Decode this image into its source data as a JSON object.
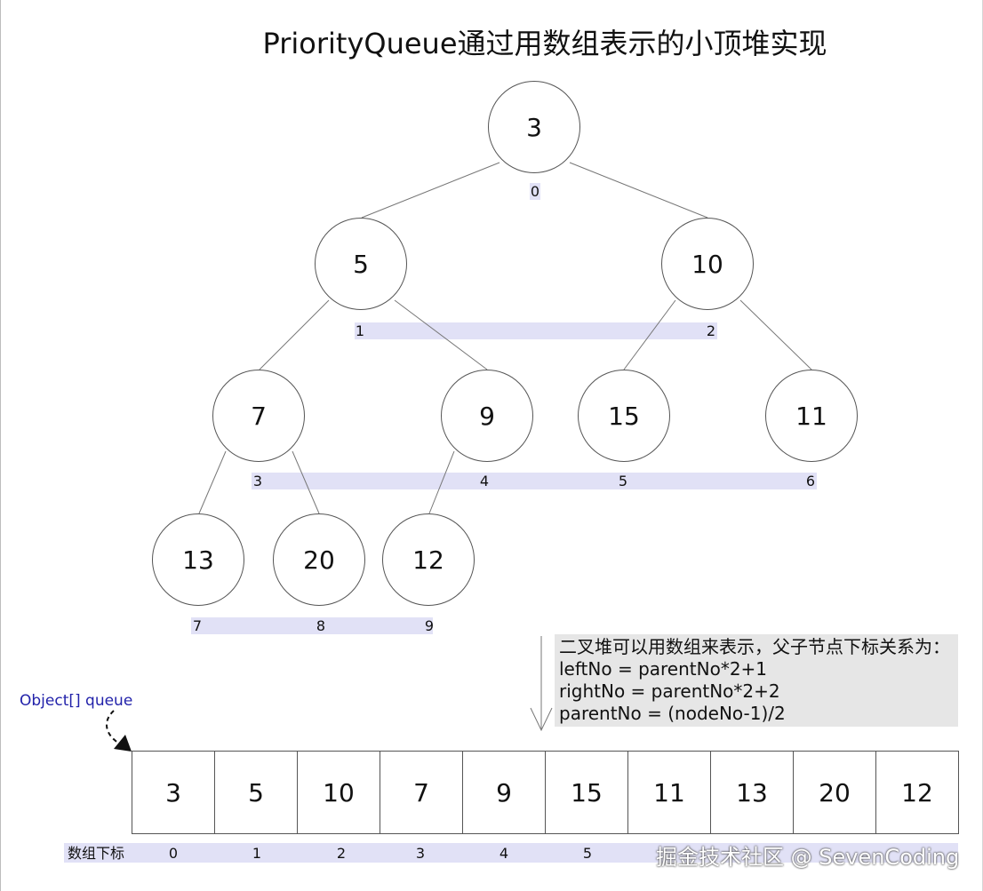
{
  "title": "PriorityQueue通过用数组表示的小顶堆实现",
  "nodes": [
    {
      "value": "3",
      "index": "0"
    },
    {
      "value": "5",
      "index": "1"
    },
    {
      "value": "10",
      "index": "2"
    },
    {
      "value": "7",
      "index": "3"
    },
    {
      "value": "9",
      "index": "4"
    },
    {
      "value": "15",
      "index": "5"
    },
    {
      "value": "11",
      "index": "6"
    },
    {
      "value": "13",
      "index": "7"
    },
    {
      "value": "20",
      "index": "8"
    },
    {
      "value": "12",
      "index": "9"
    }
  ],
  "note": {
    "line1": "二叉堆可以用数组来表示，父子节点下标关系为：",
    "line2": "leftNo = parentNo*2+1",
    "line3": "rightNo = parentNo*2+2",
    "line4": "parentNo = (nodeNo-1)/2"
  },
  "queue_label": "Object[] queue",
  "array": {
    "values": [
      "3",
      "5",
      "10",
      "7",
      "9",
      "15",
      "11",
      "13",
      "20",
      "12"
    ],
    "index_label": "数组下标",
    "indices": [
      "0",
      "1",
      "2",
      "3",
      "4",
      "5"
    ]
  },
  "watermark": "掘金技术社区 @ SevenCoding"
}
